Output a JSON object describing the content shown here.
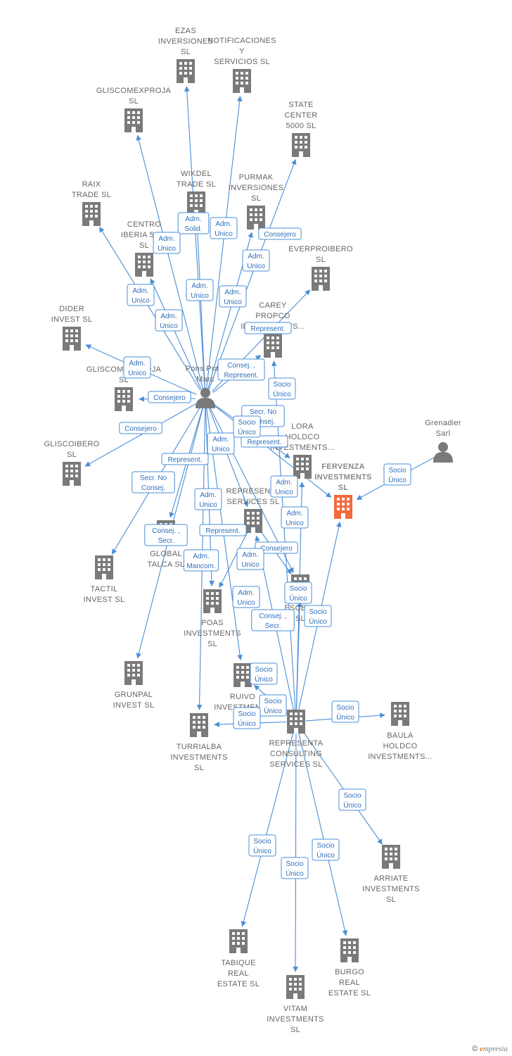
{
  "colors": {
    "edge": "#4a8fd8",
    "building": "#7a7a7a",
    "focus": "#f26a3d",
    "person": "#7a7a7a"
  },
  "nodes": [
    {
      "id": "ezas",
      "type": "company",
      "label": [
        "EZAS",
        "INVERSIONES",
        "SL"
      ]
    },
    {
      "id": "notif",
      "type": "company",
      "label": [
        "NOTIFICACIONES",
        "Y",
        "SERVICIOS  SL"
      ]
    },
    {
      "id": "gliscomexproja",
      "type": "company",
      "label": [
        "GLISCOMEXPROJA",
        "SL"
      ]
    },
    {
      "id": "statecenter",
      "type": "company",
      "label": [
        "STATE",
        "CENTER",
        "5000  SL"
      ]
    },
    {
      "id": "wikdel",
      "type": "company",
      "label": [
        "WIKDEL",
        "TRADE  SL"
      ]
    },
    {
      "id": "purmak",
      "type": "company",
      "label": [
        "PURMAK",
        "INVERSIONES",
        "SL"
      ]
    },
    {
      "id": "raix",
      "type": "company",
      "label": [
        "RAIX",
        "TRADE  SL"
      ]
    },
    {
      "id": "centro",
      "type": "company",
      "label": [
        "CENTRO",
        "IBERIA 5000",
        "SL"
      ]
    },
    {
      "id": "everproibero",
      "type": "company",
      "label": [
        "EVERPROIBERO",
        "SL"
      ]
    },
    {
      "id": "dider",
      "type": "company",
      "label": [
        "DIDER",
        "INVEST  SL"
      ]
    },
    {
      "id": "carey",
      "type": "company",
      "label": [
        "CAREY",
        "PROPCO",
        "INVESTMENTS..."
      ]
    },
    {
      "id": "glisco2",
      "type": "company",
      "label": [
        "GLISCOMEXPROJA",
        "SL"
      ]
    },
    {
      "id": "pons",
      "type": "person",
      "label": [
        "Pons Prats",
        "Marc"
      ]
    },
    {
      "id": "grenadier",
      "type": "person",
      "label": [
        "Grenadier",
        "Sarl"
      ]
    },
    {
      "id": "lora",
      "type": "company",
      "label": [
        "LORA",
        "HOLDCO",
        "INVESTMENTS..."
      ]
    },
    {
      "id": "gliscoibero",
      "type": "company",
      "label": [
        "GLISCOIBERO",
        "SL"
      ]
    },
    {
      "id": "fervenza",
      "type": "company",
      "focus": true,
      "label": [
        "FERVENZA",
        "INVESTMENTS",
        "SL"
      ]
    },
    {
      "id": "represerv",
      "type": "company",
      "label": [
        "REPRESENTA",
        "SERVICES  SL"
      ]
    },
    {
      "id": "global",
      "type": "company",
      "label": [
        "GLOBAL",
        "TALCA  SL"
      ]
    },
    {
      "id": "tactil",
      "type": "company",
      "label": [
        "TACTIL",
        "INVEST  SL"
      ]
    },
    {
      "id": "escele",
      "type": "company",
      "label": [
        "ESCELE",
        "SL"
      ]
    },
    {
      "id": "poas",
      "type": "company",
      "label": [
        "POAS",
        "INVESTMENTS",
        "SL"
      ]
    },
    {
      "id": "grunpal",
      "type": "company",
      "label": [
        "GRUNPAL",
        "INVEST  SL"
      ]
    },
    {
      "id": "ruivo",
      "type": "company",
      "label": [
        "RUIVO",
        "INVESTMENTS"
      ]
    },
    {
      "id": "turrialba",
      "type": "company",
      "label": [
        "TURRIALBA",
        "INVESTMENTS",
        "SL"
      ]
    },
    {
      "id": "repconsult",
      "type": "company",
      "label": [
        "REPRESENTA",
        "CONSULTING",
        "SERVICES  SL"
      ]
    },
    {
      "id": "baula",
      "type": "company",
      "label": [
        "BAULA",
        "HOLDCO",
        "INVESTMENTS..."
      ]
    },
    {
      "id": "arriate",
      "type": "company",
      "label": [
        "ARRIATE",
        "INVESTMENTS",
        "SL"
      ]
    },
    {
      "id": "tabique",
      "type": "company",
      "label": [
        "TABIQUE",
        "REAL",
        "ESTATE  SL"
      ]
    },
    {
      "id": "burgo",
      "type": "company",
      "label": [
        "BURGO",
        "REAL",
        "ESTATE  SL"
      ]
    },
    {
      "id": "vitam",
      "type": "company",
      "label": [
        "VITAM",
        "INVESTMENTS",
        "SL"
      ]
    }
  ],
  "edges": [
    {
      "from": "pons",
      "to": "ezas"
    },
    {
      "from": "pons",
      "to": "notif"
    },
    {
      "from": "pons",
      "to": "gliscomexproja"
    },
    {
      "from": "pons",
      "to": "statecenter"
    },
    {
      "from": "pons",
      "to": "wikdel"
    },
    {
      "from": "pons",
      "to": "purmak"
    },
    {
      "from": "pons",
      "to": "raix"
    },
    {
      "from": "pons",
      "to": "centro"
    },
    {
      "from": "pons",
      "to": "everproibero"
    },
    {
      "from": "pons",
      "to": "dider"
    },
    {
      "from": "pons",
      "to": "carey"
    },
    {
      "from": "pons",
      "to": "glisco2"
    },
    {
      "from": "pons",
      "to": "gliscoibero"
    },
    {
      "from": "pons",
      "to": "lora"
    },
    {
      "from": "pons",
      "to": "represerv"
    },
    {
      "from": "pons",
      "to": "global"
    },
    {
      "from": "pons",
      "to": "tactil"
    },
    {
      "from": "pons",
      "to": "escele"
    },
    {
      "from": "pons",
      "to": "poas"
    },
    {
      "from": "pons",
      "to": "grunpal"
    },
    {
      "from": "pons",
      "to": "ruivo"
    },
    {
      "from": "pons",
      "to": "turrialba"
    },
    {
      "from": "pons",
      "to": "fervenza"
    },
    {
      "from": "grenadier",
      "to": "fervenza"
    },
    {
      "from": "repconsult",
      "to": "carey"
    },
    {
      "from": "repconsult",
      "to": "lora"
    },
    {
      "from": "repconsult",
      "to": "fervenza"
    },
    {
      "from": "repconsult",
      "to": "escele"
    },
    {
      "from": "repconsult",
      "to": "ruivo"
    },
    {
      "from": "repconsult",
      "to": "represerv"
    },
    {
      "from": "repconsult",
      "to": "turrialba"
    },
    {
      "from": "repconsult",
      "to": "baula"
    },
    {
      "from": "repconsult",
      "to": "arriate"
    },
    {
      "from": "repconsult",
      "to": "tabique"
    },
    {
      "from": "repconsult",
      "to": "burgo"
    },
    {
      "from": "repconsult",
      "to": "vitam"
    },
    {
      "from": "represerv",
      "to": "poas"
    },
    {
      "from": "represerv",
      "to": "escele"
    }
  ],
  "relations": [
    {
      "lines": [
        "Adm.",
        "Solid."
      ]
    },
    {
      "lines": [
        "Adm.",
        "Unico"
      ]
    },
    {
      "lines": [
        "Adm.",
        "Unico"
      ]
    },
    {
      "lines": [
        "Consejero"
      ]
    },
    {
      "lines": [
        "Adm.",
        "Unico"
      ]
    },
    {
      "lines": [
        "Adm.",
        "Unico"
      ]
    },
    {
      "lines": [
        "Adm.",
        "Unico"
      ]
    },
    {
      "lines": [
        "Adm.",
        "Unico"
      ]
    },
    {
      "lines": [
        "Adm.",
        "Unico"
      ]
    },
    {
      "lines": [
        "Represent."
      ]
    },
    {
      "lines": [
        "Adm.",
        "Unico"
      ]
    },
    {
      "lines": [
        "Consej. ,",
        "Represent."
      ]
    },
    {
      "lines": [
        "Consejero"
      ]
    },
    {
      "lines": [
        "Socio",
        "Único"
      ]
    },
    {
      "lines": [
        "Secr.  No",
        "Consej."
      ]
    },
    {
      "lines": [
        "Consejero"
      ]
    },
    {
      "lines": [
        "Adm.",
        "Unico"
      ]
    },
    {
      "lines": [
        "Represent."
      ]
    },
    {
      "lines": [
        "Socio",
        "Único"
      ]
    },
    {
      "lines": [
        "Represent."
      ]
    },
    {
      "lines": [
        "Secr.  No",
        "Consej."
      ]
    },
    {
      "lines": [
        "Adm.",
        "Unico"
      ]
    },
    {
      "lines": [
        "Adm.",
        "Unico"
      ]
    },
    {
      "lines": [
        "Adm.",
        "Unico"
      ]
    },
    {
      "lines": [
        "Consej. ,",
        "Secr."
      ]
    },
    {
      "lines": [
        "Represent."
      ]
    },
    {
      "lines": [
        "Adm.",
        "Mancom."
      ]
    },
    {
      "lines": [
        "Consejero"
      ]
    },
    {
      "lines": [
        "Adm.",
        "Unico"
      ]
    },
    {
      "lines": [
        "Adm.",
        "Unico"
      ]
    },
    {
      "lines": [
        "Consej. ,",
        "Secr."
      ]
    },
    {
      "lines": [
        "Socio",
        "Único"
      ]
    },
    {
      "lines": [
        "Socio",
        "Único"
      ]
    },
    {
      "lines": [
        "Socio",
        "Único"
      ]
    },
    {
      "lines": [
        "Socio",
        "Único"
      ]
    },
    {
      "lines": [
        "Socio",
        "Único"
      ]
    },
    {
      "lines": [
        "Socio",
        "Único"
      ]
    },
    {
      "lines": [
        "Socio",
        "Único"
      ]
    },
    {
      "lines": [
        "Socio",
        "Único"
      ]
    },
    {
      "lines": [
        "Socio",
        "Único"
      ]
    },
    {
      "lines": [
        "Socio",
        "Único"
      ]
    },
    {
      "lines": [
        "Socio",
        "Único"
      ]
    }
  ],
  "footer": {
    "copyright": "©",
    "brand_initial": "e",
    "brand_rest": "mpresia"
  }
}
